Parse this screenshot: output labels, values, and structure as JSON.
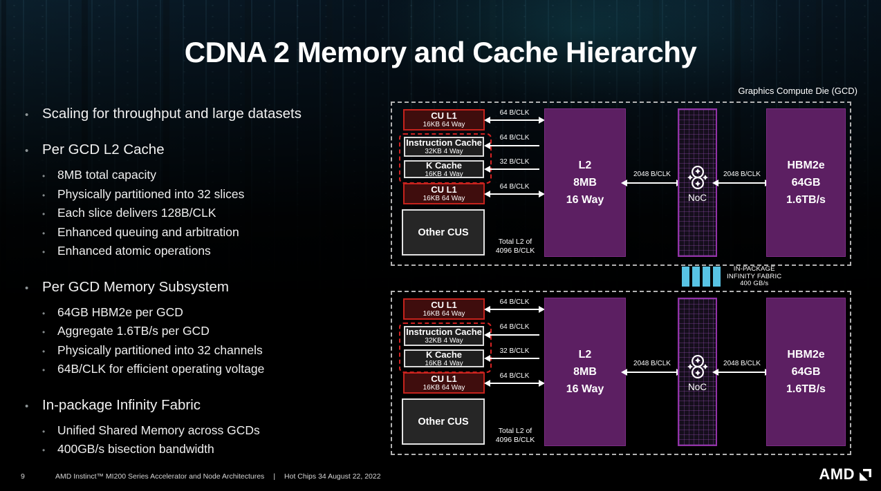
{
  "slide": {
    "title": "CDNA 2 Memory and Cache Hierarchy"
  },
  "bullets": [
    {
      "label": "Scaling for throughput and large datasets",
      "sub": []
    },
    {
      "label": "Per GCD L2 Cache",
      "sub": [
        "8MB total capacity",
        "Physically partitioned into 32 slices",
        "Each slice delivers 128B/CLK",
        "Enhanced queuing and arbitration",
        "Enhanced atomic operations"
      ]
    },
    {
      "label": "Per GCD Memory Subsystem",
      "sub": [
        "64GB HBM2e per GCD",
        "Aggregate 1.6TB/s per GCD",
        "Physically partitioned into 32 channels",
        "64B/CLK for efficient operating voltage"
      ]
    },
    {
      "label": "In-package Infinity Fabric",
      "sub": [
        "Unified Shared Memory across GCDs",
        "400GB/s bisection bandwidth"
      ]
    }
  ],
  "diagram": {
    "gcd_label": "Graphics Compute Die (GCD)",
    "blocks": {
      "cu_l1": {
        "title": "CU L1",
        "subtitle": "16KB 64 Way"
      },
      "instruction_cache": {
        "title": "Instruction Cache",
        "subtitle": "32KB 4 Way"
      },
      "k_cache": {
        "title": "K Cache",
        "subtitle": "16KB 4 Way"
      },
      "other_cus": {
        "title": "Other CUS"
      },
      "l2": {
        "lines": [
          "L2",
          "8MB",
          "16 Way"
        ]
      },
      "noc": {
        "label": "NoC"
      },
      "hbm2e": {
        "lines": [
          "HBM2e",
          "64GB",
          "1.6TB/s"
        ]
      }
    },
    "bandwidths": {
      "cu_l1": "64 B/CLK",
      "instruction_cache": "64 B/CLK",
      "k_cache": "32 B/CLK",
      "l2_noc": "2048 B/CLK",
      "noc_hbm": "2048 B/CLK"
    },
    "total_l2": {
      "line1": "Total L2 of",
      "line2": "4096 B/CLK"
    },
    "interconnect": {
      "lines": [
        "IN-PACKAGE",
        "INFINITY FABRIC",
        "400 GB/s"
      ]
    }
  },
  "footer": {
    "page_number": "9",
    "left": "AMD Instinct™ MI200 Series Accelerator and Node Architectures",
    "separator": "|",
    "right": "Hot Chips 34 August 22, 2022",
    "logo_text": "AMD"
  },
  "ui": {
    "bullet_char": "•"
  },
  "colors": {
    "accent_purple": "#5c1f62",
    "accent_red": "#c6231d",
    "dark_red_fill": "#3f0d0d",
    "gray_block": "#1f1f1f",
    "cyan_bars": "#58c3e4",
    "noc_border": "#9232a8",
    "dashed_die_border": "#b3b3b3",
    "background": "#000000",
    "title_text": "#ffffff"
  }
}
